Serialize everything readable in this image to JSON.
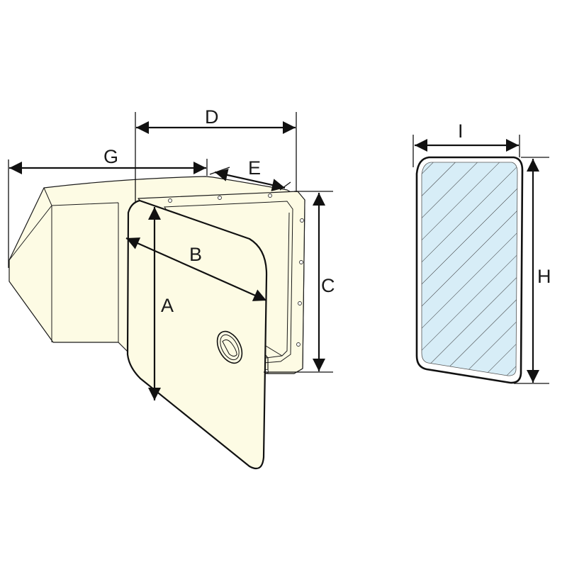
{
  "diagram": {
    "title_visible": false,
    "hatch_view": {
      "labels": {
        "A": "A",
        "B": "B",
        "C": "C",
        "D": "D",
        "E": "E",
        "G": "G"
      }
    },
    "glass_view": {
      "labels": {
        "H": "H",
        "I": "I"
      }
    },
    "colors": {
      "body": "#fdfbe4",
      "glass": "#d7edf7",
      "line": "#111111"
    }
  }
}
